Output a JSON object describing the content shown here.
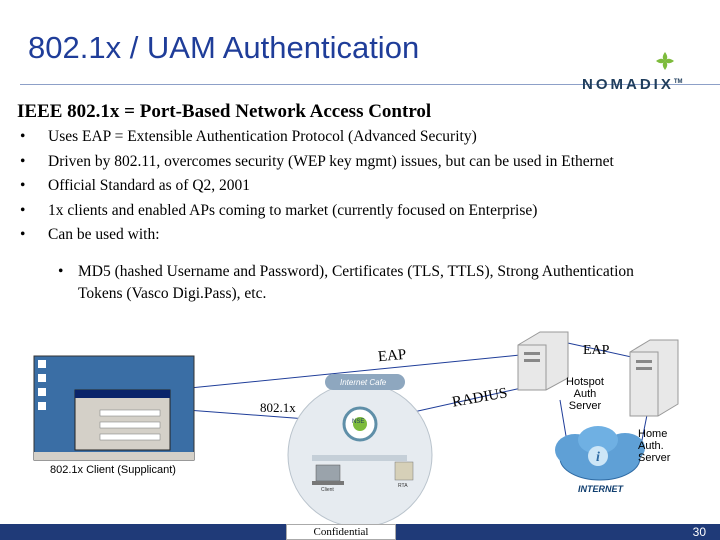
{
  "title": "802.1x / UAM Authentication",
  "logo": {
    "text": "NOMADIX",
    "tm": "TM"
  },
  "subhead": "IEEE 802.1x = Port-Based Network Access Control",
  "bullets": [
    "Uses EAP = Extensible Authentication Protocol (Advanced Security)",
    "Driven by 802.11, overcomes security (WEP key mgmt) issues, but can be used in Ethernet",
    "Official Standard as of Q2, 2001",
    "1x clients and enabled APs coming to market (currently focused on Enterprise)",
    "Can be used with:"
  ],
  "bullet_symbol": "•",
  "sub_bullet": "MD5 (hashed Username and Password), Certificates (TLS, TTLS), Strong Authentication Tokens (Vasco Digi.Pass), etc.",
  "diagram": {
    "eap_left": "EAP",
    "eap_right": "EAP",
    "radius": "RADIUS",
    "dot1x": "802.1x",
    "client_label": "802.1x Client (Supplicant)",
    "hotspot_label": [
      "Hotspot",
      "Auth",
      "Server"
    ],
    "home_label": [
      "Home",
      "Auth.",
      "Server"
    ],
    "internet_cafe": "Internet Cafe",
    "internet": "INTERNET",
    "nse": "NSE",
    "client_small": "Client",
    "rta_small": "RTA"
  },
  "footer": {
    "confidential": "Confidential",
    "page": "30"
  },
  "colors": {
    "title": "#1f3d99",
    "footer": "#1f3a78",
    "logo": "#1f3d5c"
  }
}
